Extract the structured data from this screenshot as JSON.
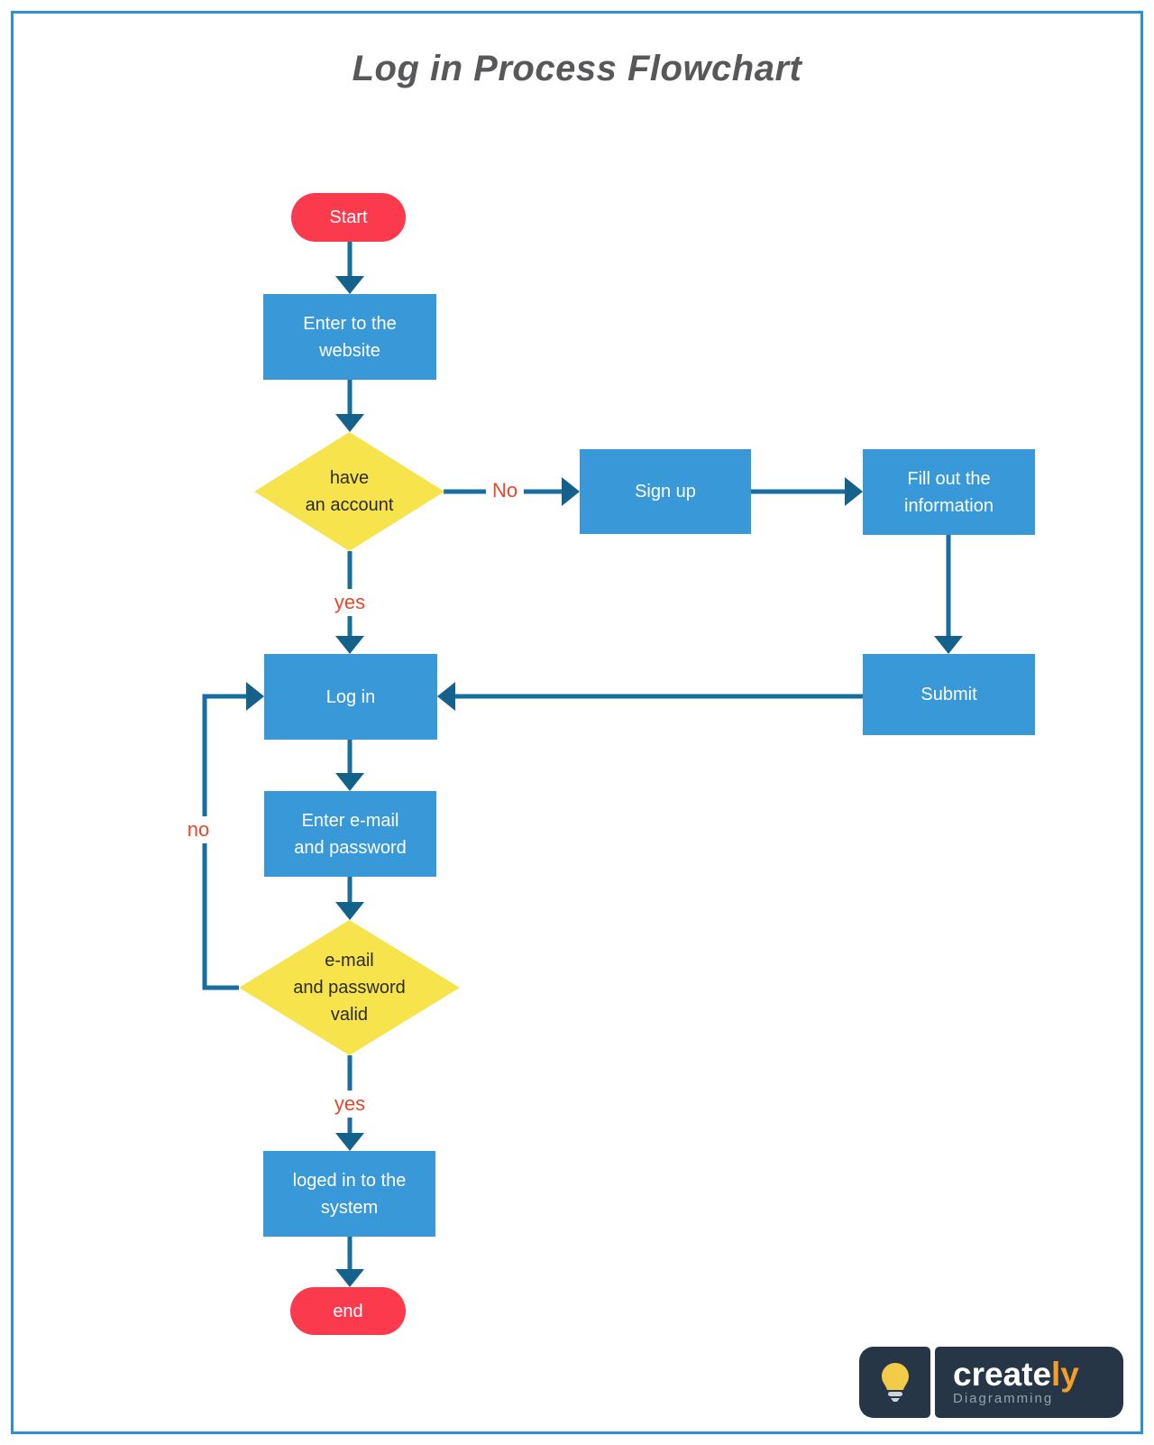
{
  "title": "Log in Process Flowchart",
  "colors": {
    "process_fill": "#3898D8",
    "terminator_fill": "#FB3A4D",
    "decision_fill": "#F7E44C",
    "connector_line": "#186E9F",
    "connector_head": "#14618C",
    "edge_label": "#E8472B",
    "node_text": "#FFFFFF",
    "decision_text": "#2B2B2B",
    "title_text": "#58585A",
    "frame_border": "#2E8FD5",
    "logo_bg": "#263646",
    "logo_accent": "#F49D28",
    "logo_subtitle": "#98A2AB",
    "bulb_yellow": "#F2CB49"
  },
  "nodes": {
    "start": {
      "type": "terminator",
      "lines": [
        "Start"
      ]
    },
    "enter_website": {
      "type": "process",
      "lines": [
        "Enter to the",
        "website"
      ]
    },
    "have_account": {
      "type": "decision",
      "lines": [
        "have",
        "an account"
      ]
    },
    "sign_up": {
      "type": "process",
      "lines": [
        "Sign up"
      ]
    },
    "fill_information": {
      "type": "process",
      "lines": [
        "Fill out the",
        "information"
      ]
    },
    "log_in": {
      "type": "process",
      "lines": [
        "Log in"
      ]
    },
    "submit": {
      "type": "process",
      "lines": [
        "Submit"
      ]
    },
    "enter_credentials": {
      "type": "process",
      "lines": [
        "Enter e-mail",
        "and password"
      ]
    },
    "credentials_valid": {
      "type": "decision",
      "lines": [
        "e-mail",
        "and password",
        "valid"
      ]
    },
    "logged_in": {
      "type": "process",
      "lines": [
        "loged in to the",
        "system"
      ]
    },
    "end": {
      "type": "terminator",
      "lines": [
        "end"
      ]
    }
  },
  "edge_labels": {
    "have_account_no": "No",
    "have_account_yes": "yes",
    "valid_no": "no",
    "valid_yes": "yes"
  },
  "logo": {
    "brand_primary": "create",
    "brand_accent": "ly",
    "subtitle": "Diagramming"
  }
}
